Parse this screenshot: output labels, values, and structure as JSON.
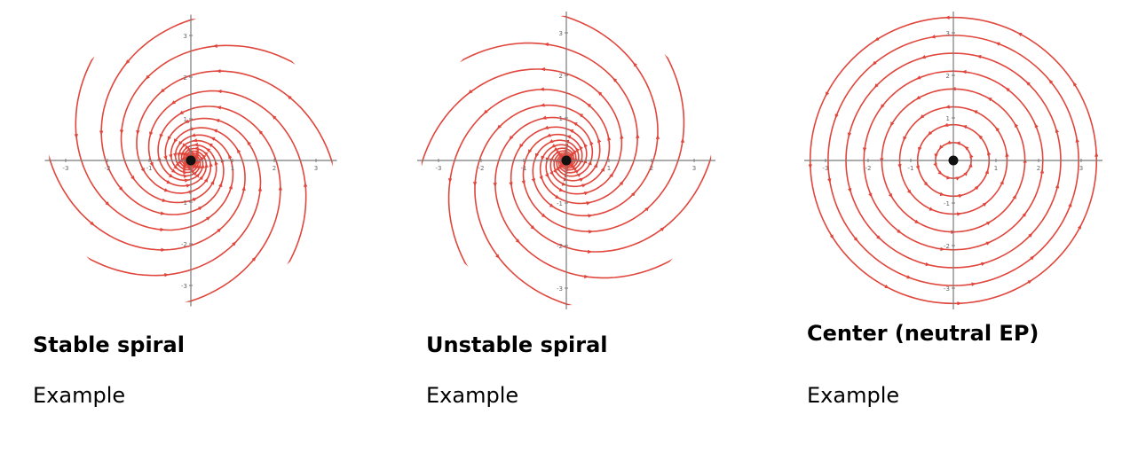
{
  "colors": {
    "curve": "#e0463c",
    "axis": "#7a7a7a",
    "equilibrium": "#111111"
  },
  "panels": [
    {
      "title": "Stable spiral",
      "example_label": "Example",
      "kind": "stable-spiral"
    },
    {
      "title": "Unstable spiral",
      "example_label": "Example",
      "kind": "unstable-spiral"
    },
    {
      "title": "Center (neutral EP)",
      "example_label": "Example",
      "kind": "center"
    }
  ],
  "tick_labels": {
    "x": [
      "-3",
      "-2",
      "-1",
      "1",
      "2",
      "3"
    ],
    "y": [
      "3",
      "2",
      "1",
      "-1",
      "-2",
      "-3"
    ]
  }
}
